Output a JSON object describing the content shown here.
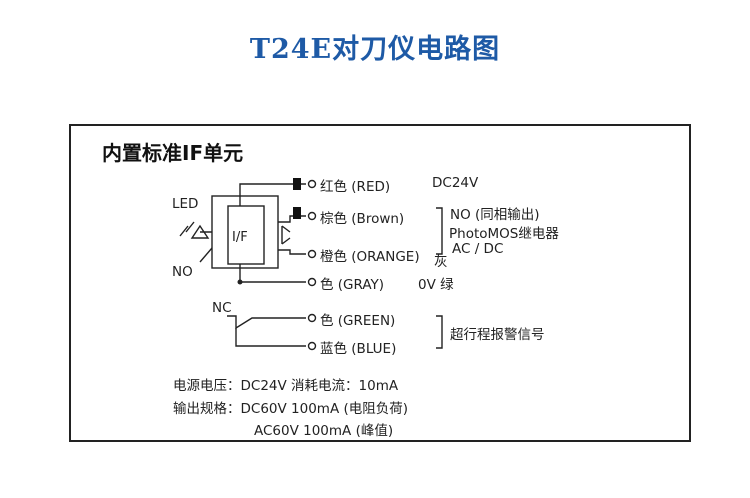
{
  "title": "T24E对刀仪电路图",
  "panel": {
    "heading": "内置标准IF单元"
  },
  "labels": {
    "led": "LED",
    "no": "NO",
    "nc": "NC",
    "if_block": "I/F"
  },
  "wires": [
    {
      "id": "red",
      "label": "红色 (RED)",
      "note": "DC24V"
    },
    {
      "id": "brown",
      "label": "棕色 (Brown)",
      "note": "NO (同相输出)"
    },
    {
      "id": "orange",
      "label": "橙色 (ORANGE)",
      "note": "灰"
    },
    {
      "id": "gray",
      "label": "色 (GRAY)",
      "note": "0V 绿"
    },
    {
      "id": "green",
      "label": "色 (GREEN)",
      "note": ""
    },
    {
      "id": "blue",
      "label": "蓝色 (BLUE)",
      "note": ""
    }
  ],
  "notes": {
    "relay": "PhotoMOS继电器",
    "acdc": "AC / DC",
    "alarm": "超行程报警信号"
  },
  "specs": {
    "line1": "电源电压：DC24V   消耗电流：10mA",
    "line2": "输出规格：DC60V 100mA (电阻负荷)",
    "line3": "AC60V 100mA (峰值)"
  }
}
